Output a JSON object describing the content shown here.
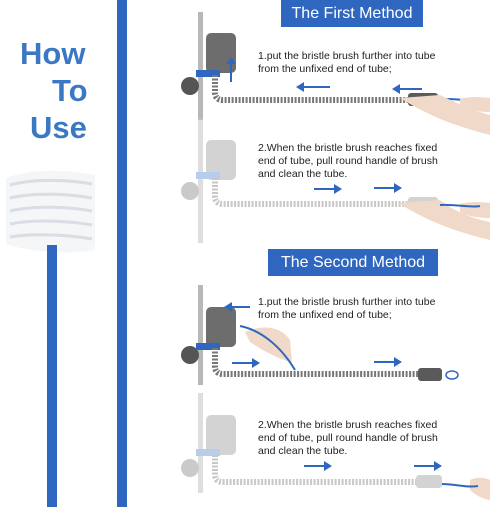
{
  "title": {
    "line1": "How",
    "line2": "To",
    "line3": "Use"
  },
  "methods": [
    {
      "heading": "The First Method",
      "steps": [
        {
          "line1": "1.put the bristle brush further into tube",
          "line2": "from the unfixed end of tube;",
          "line3": ""
        },
        {
          "line1": "2.When the bristle brush reaches fixed",
          "line2": "end of tube, pull round handle of brush",
          "line3": "and clean the tube."
        }
      ]
    },
    {
      "heading": "The Second Method",
      "steps": [
        {
          "line1": "1.put the bristle brush further into tube",
          "line2": "from the unfixed end of tube;",
          "line3": ""
        },
        {
          "line1": "2.When the bristle brush reaches fixed",
          "line2": "end of tube, pull round handle of brush",
          "line3": "and clean the tube."
        }
      ]
    }
  ],
  "colors": {
    "accent": "#2f67c0",
    "title": "#3b78c4",
    "arrow": "#2f67c0",
    "hose": "#8a8a8a"
  }
}
